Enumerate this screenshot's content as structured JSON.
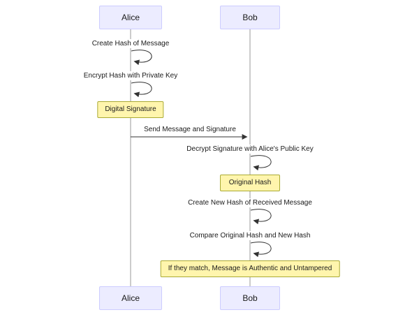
{
  "diagram_type": "sequence-diagram",
  "actors": {
    "alice": "Alice",
    "bob": "Bob"
  },
  "steps": {
    "create_hash": "Create Hash of Message",
    "encrypt_hash": "Encrypt Hash with Private Key",
    "note_digital_signature": "Digital Signature",
    "send_message": "Send Message and Signature",
    "decrypt_signature": "Decrypt Signature with Alice's Public Key",
    "note_original_hash": "Original Hash",
    "create_new_hash": "Create New Hash of Received Message",
    "compare_hashes": "Compare Original Hash and New Hash",
    "note_match": "If they match, Message is Authentic and Untampered"
  },
  "colors": {
    "actor_fill": "#ececff",
    "actor_border": "#ccccff",
    "note_fill": "#fff5ad",
    "note_border": "#aaaa33",
    "line": "#333333",
    "lifeline": "#999999"
  }
}
